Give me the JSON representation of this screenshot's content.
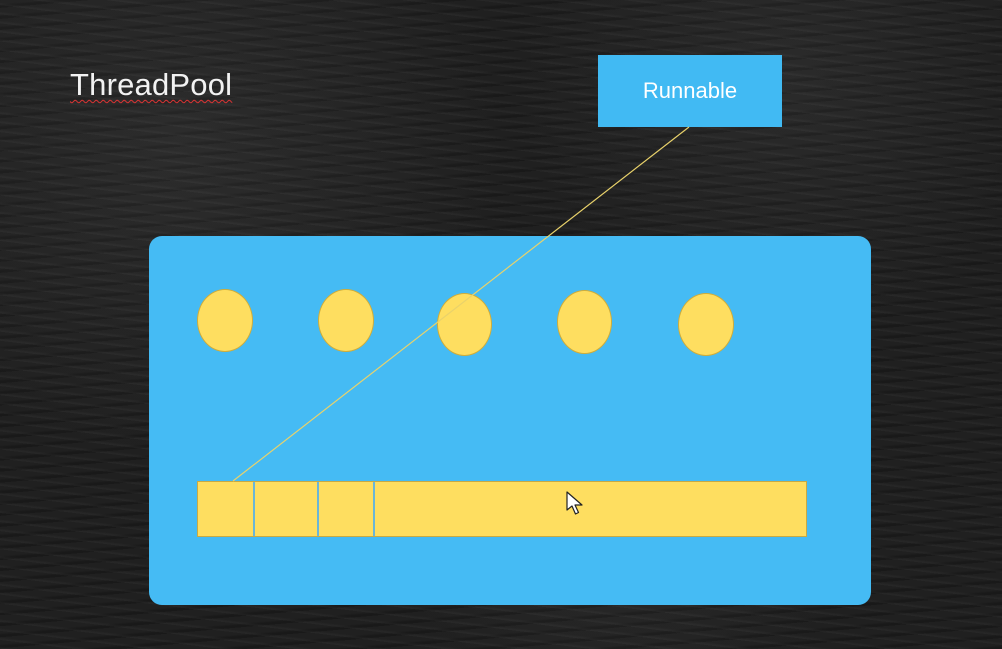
{
  "diagram": {
    "title": "ThreadPool",
    "task_box_label": "Runnable",
    "thread_pool": {
      "thread_count": 5,
      "queue_slot_count": 4
    },
    "colors": {
      "background": "#1d1d1d",
      "pool": "#45bbf4",
      "task_box": "#41baf3",
      "thread": "#fede60",
      "queue": "#fede60",
      "connector": "#e9d26b",
      "text": "#ffffff"
    },
    "icons": {
      "cursor": "arrow-cursor-icon"
    }
  }
}
